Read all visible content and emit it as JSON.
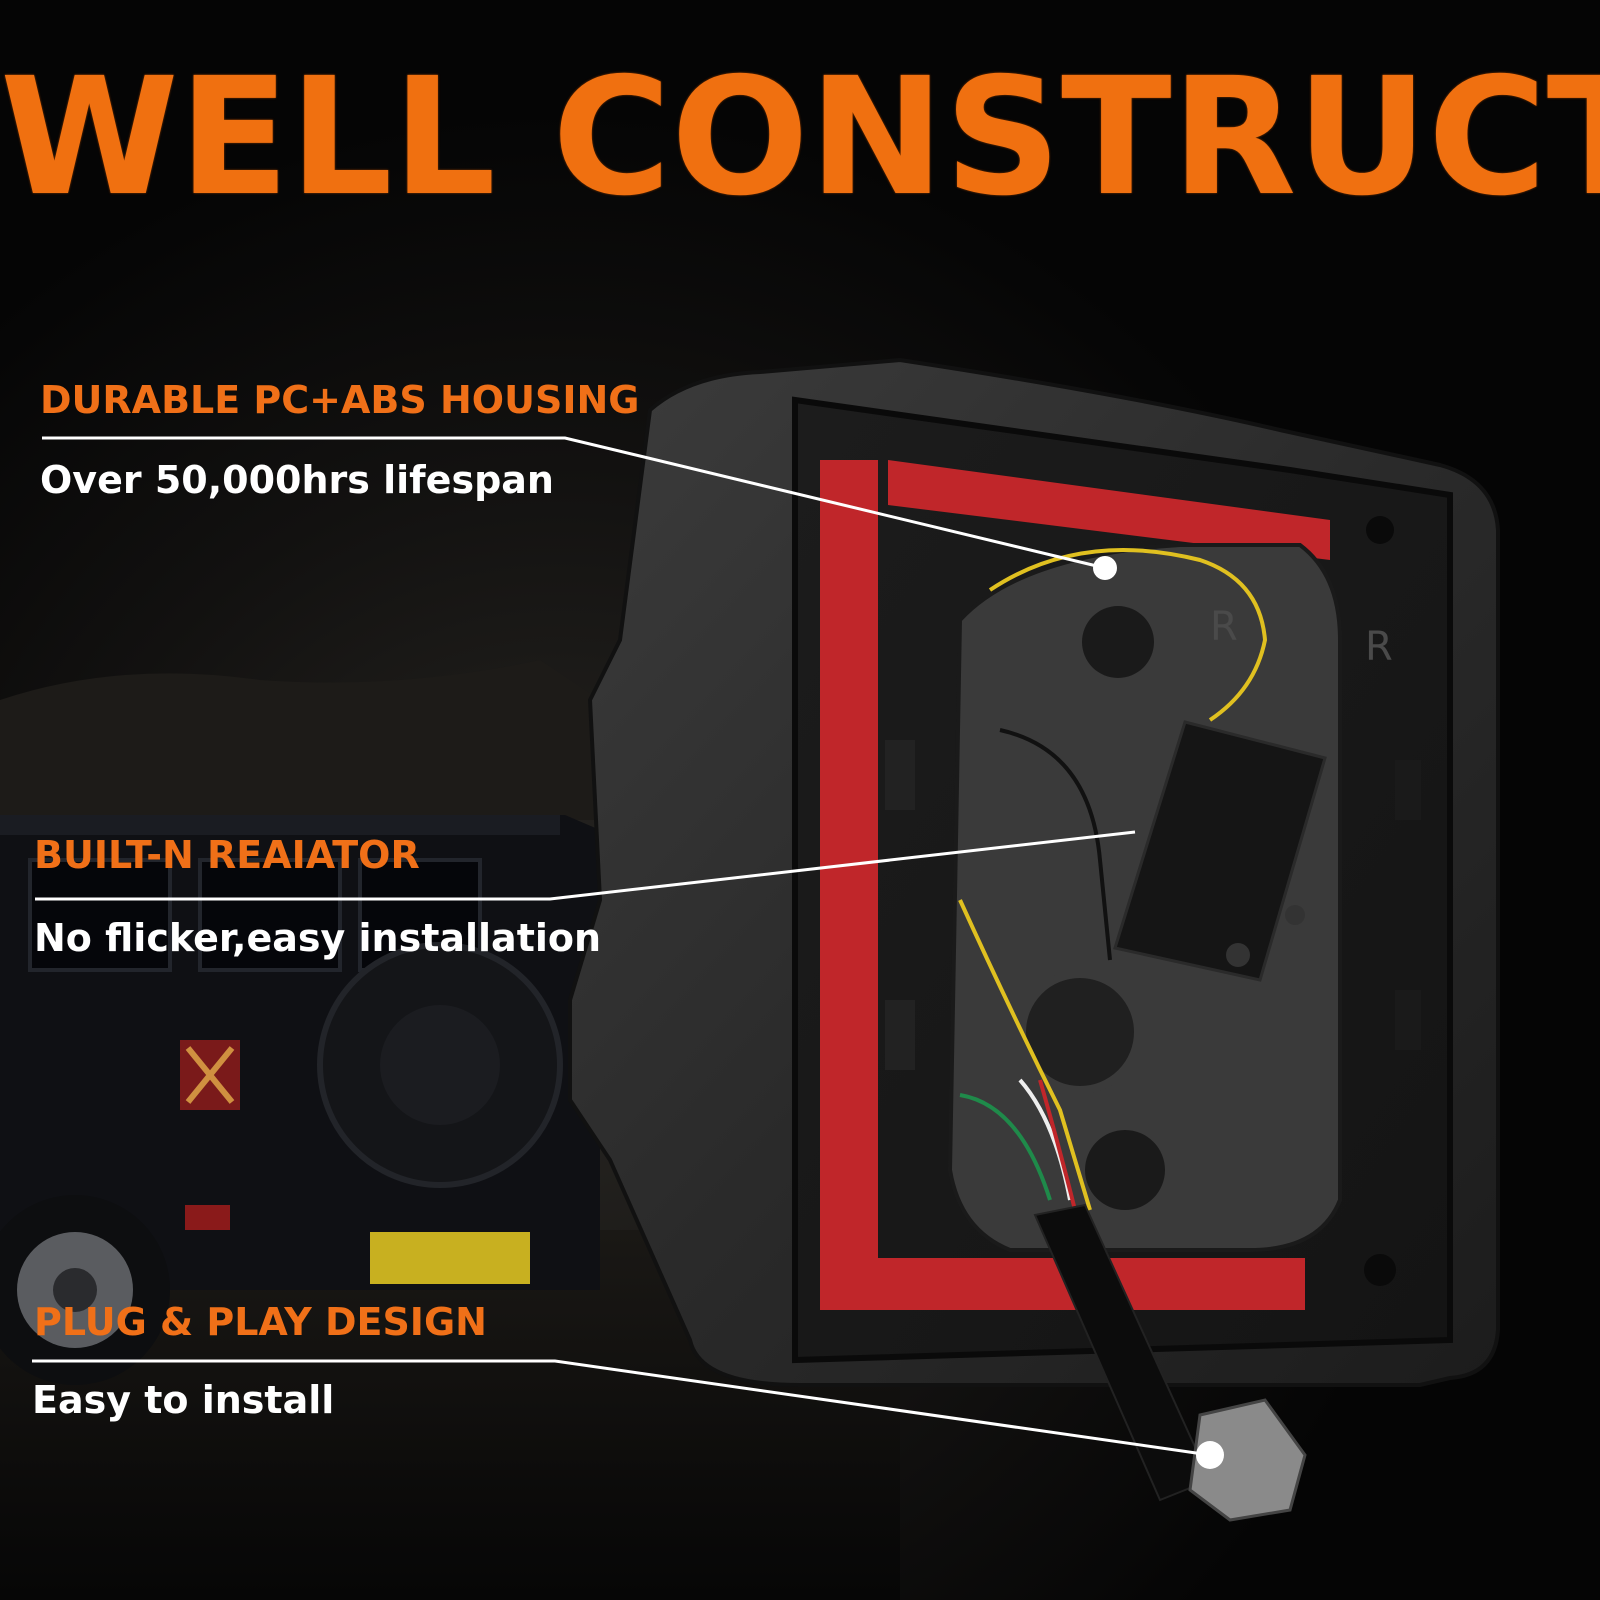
{
  "headline": "WELL CONSTRUCTED",
  "callouts": [
    {
      "title": "DURABLE PC+ABS HOUSING",
      "subtitle": "Over 50,000hrs lifespan"
    },
    {
      "title": "BUILT-N REAIATOR",
      "subtitle": "No flicker,easy installation"
    },
    {
      "title": "PLUG & PLAY DESIGN",
      "subtitle": "Easy to install"
    }
  ],
  "colors": {
    "accent": "#f07010",
    "text": "#ffffff",
    "background": "#050505",
    "gasket_red": "#c0262a",
    "housing": "#2a2a2a"
  }
}
